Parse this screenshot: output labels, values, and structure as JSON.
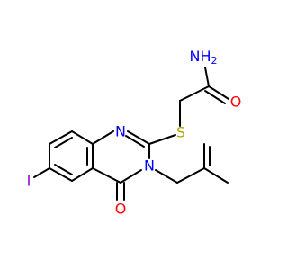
{
  "molecule": {
    "atoms": {
      "amide_n": {
        "label": "NH",
        "sub": "2",
        "color": "#0000ff"
      },
      "carbonyl_o_amide": {
        "label": "O",
        "color": "#ff0000"
      },
      "sulfur": {
        "label": "S",
        "color": "#b2a400"
      },
      "ring_n_top": {
        "label": "N",
        "color": "#0000ff"
      },
      "ring_n_bottom": {
        "label": "N",
        "color": "#0000ff"
      },
      "carbonyl_o_ring": {
        "label": "O",
        "color": "#ff0000"
      },
      "iodine": {
        "label": "I",
        "color": "#9400d3"
      }
    }
  }
}
